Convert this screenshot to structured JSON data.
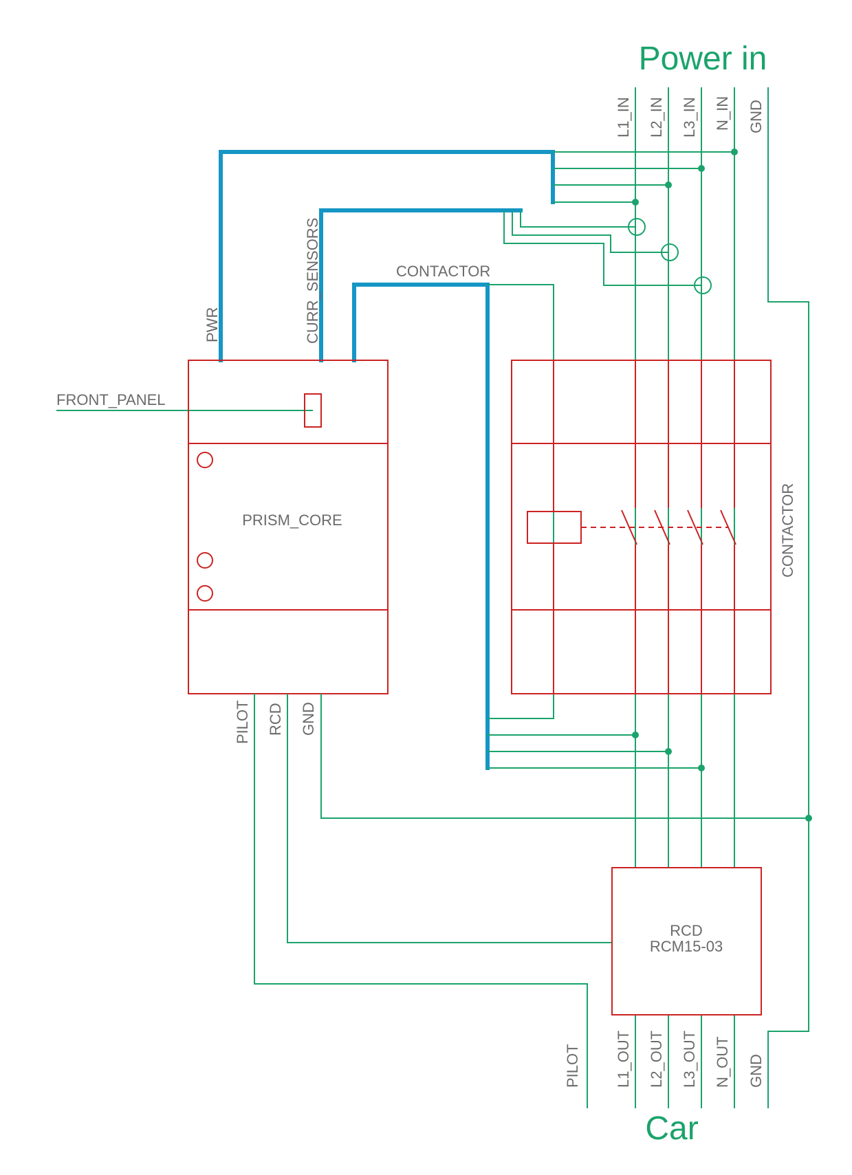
{
  "titles": {
    "power_in": "Power in",
    "car": "Car"
  },
  "power_in_pins": [
    "L1_IN",
    "L2_IN",
    "L3_IN",
    "N_IN",
    "GND"
  ],
  "car_pins": [
    "PILOT",
    "L1_OUT",
    "L2_OUT",
    "L3_OUT",
    "N_OUT",
    "GND"
  ],
  "buses": {
    "pwr": "PWR",
    "curr_sensors": "CURR_SENSORS",
    "contactor": "CONTACTOR"
  },
  "front_panel": "FRONT_PANEL",
  "prism_core": {
    "label": "PRISM_CORE",
    "pins": [
      "PILOT",
      "RCD",
      "GND"
    ]
  },
  "contactor_block": {
    "label": "CONTACTOR"
  },
  "rcd": {
    "label": "RCD",
    "part": "RCM15-03"
  },
  "colors": {
    "wire": "#1aa36b",
    "bus": "#1596c4",
    "component": "#cc2222",
    "text": "#6b6b6b"
  }
}
